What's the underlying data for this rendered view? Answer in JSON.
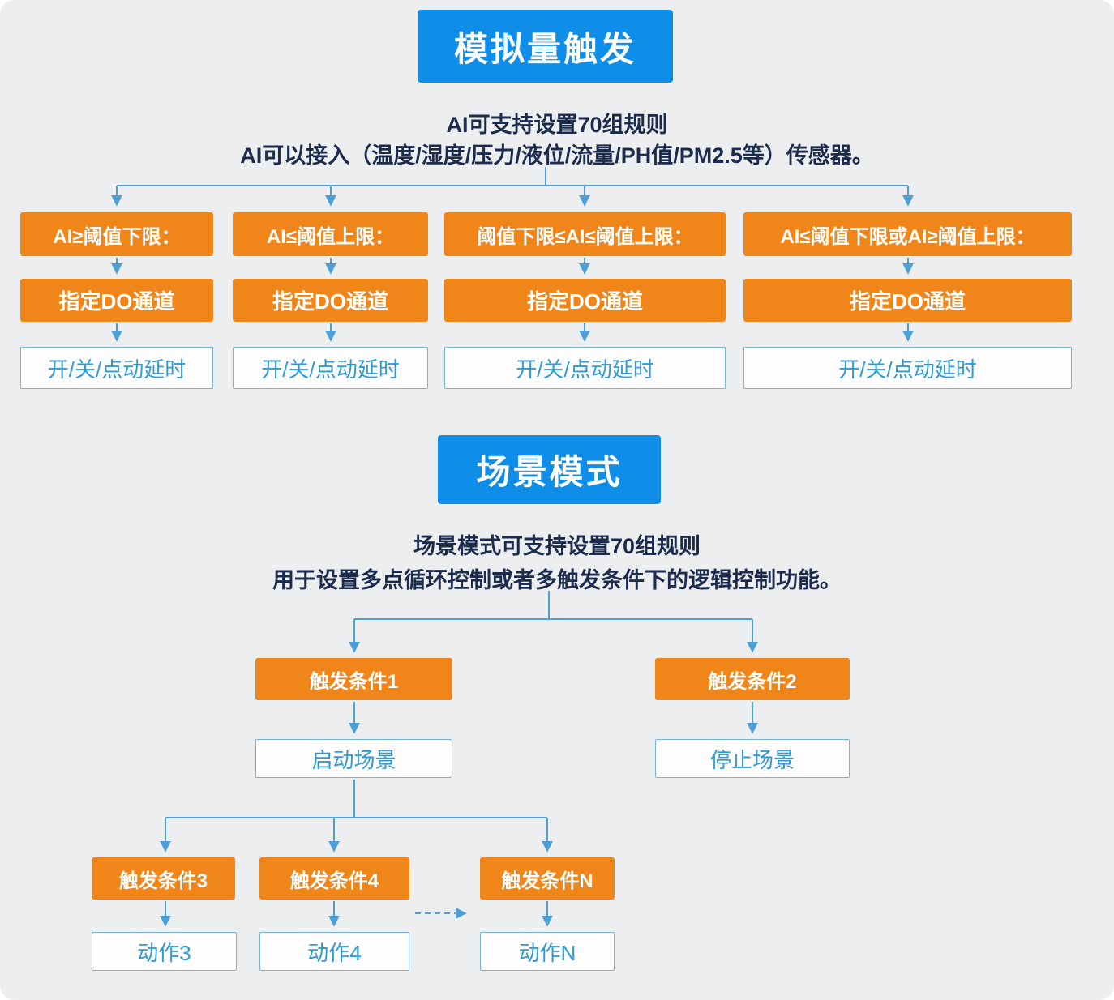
{
  "colors": {
    "background": "#edeef0",
    "blue": "#0e8ee9",
    "orange": "#f08519",
    "line": "#4d9fd6",
    "dark_text": "#1b2b4c",
    "blue_text": "#2f9bd6",
    "white_box_border": "#74b5dc"
  },
  "analog_trigger": {
    "title": "模拟量触发",
    "desc_line1": "AI可支持设置70组规则",
    "desc_line2": "AI可以接入（温度/湿度/压力/液位/流量/PH值/PM2.5等）传感器。",
    "branches": [
      {
        "condition": "AI≥阈值下限：",
        "do_channel": "指定DO通道",
        "action": "开/关/点动延时"
      },
      {
        "condition": "AI≤阈值上限：",
        "do_channel": "指定DO通道",
        "action": "开/关/点动延时"
      },
      {
        "condition": "阈值下限≤AI≤阈值上限：",
        "do_channel": "指定DO通道",
        "action": "开/关/点动延时"
      },
      {
        "condition": "AI≤阈值下限或AI≥阈值上限：",
        "do_channel": "指定DO通道",
        "action": "开/关/点动延时"
      }
    ]
  },
  "scene_mode": {
    "title": "场景模式",
    "desc_line1": "场景模式可支持设置70组规则",
    "desc_line2": "用于设置多点循环控制或者多触发条件下的逻辑控制功能。",
    "top_branches": [
      {
        "condition": "触发条件1",
        "action": "启动场景"
      },
      {
        "condition": "触发条件2",
        "action": "停止场景"
      }
    ],
    "sub_branches": [
      {
        "condition": "触发条件3",
        "action": "动作3"
      },
      {
        "condition": "触发条件4",
        "action": "动作4"
      },
      {
        "condition": "触发条件N",
        "action": "动作N"
      }
    ]
  }
}
